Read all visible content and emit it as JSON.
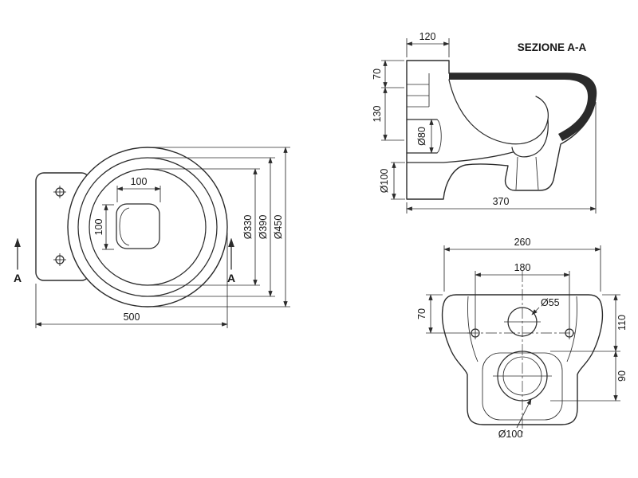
{
  "drawing": {
    "background_color": "#ffffff",
    "line_color": "#2b2b2b",
    "views": {
      "plan": {
        "dim_drain_width": "100",
        "dim_drain_height": "100",
        "dim_d330": "Ø330",
        "dim_d390": "Ø390",
        "dim_d450": "Ø450",
        "dim_overall": "500",
        "section_marker_left": "A",
        "section_marker_right": "A"
      },
      "section": {
        "title": "SEZIONE A-A",
        "dim_120": "120",
        "dim_70": "70",
        "dim_130": "130",
        "dim_d80": "Ø80",
        "dim_d100": "Ø100",
        "dim_370": "370"
      },
      "rear": {
        "dim_260": "260",
        "dim_180": "180",
        "dim_d55": "Ø55",
        "dim_70": "70",
        "dim_110": "110",
        "dim_90": "90",
        "dim_d100": "Ø100"
      }
    }
  }
}
